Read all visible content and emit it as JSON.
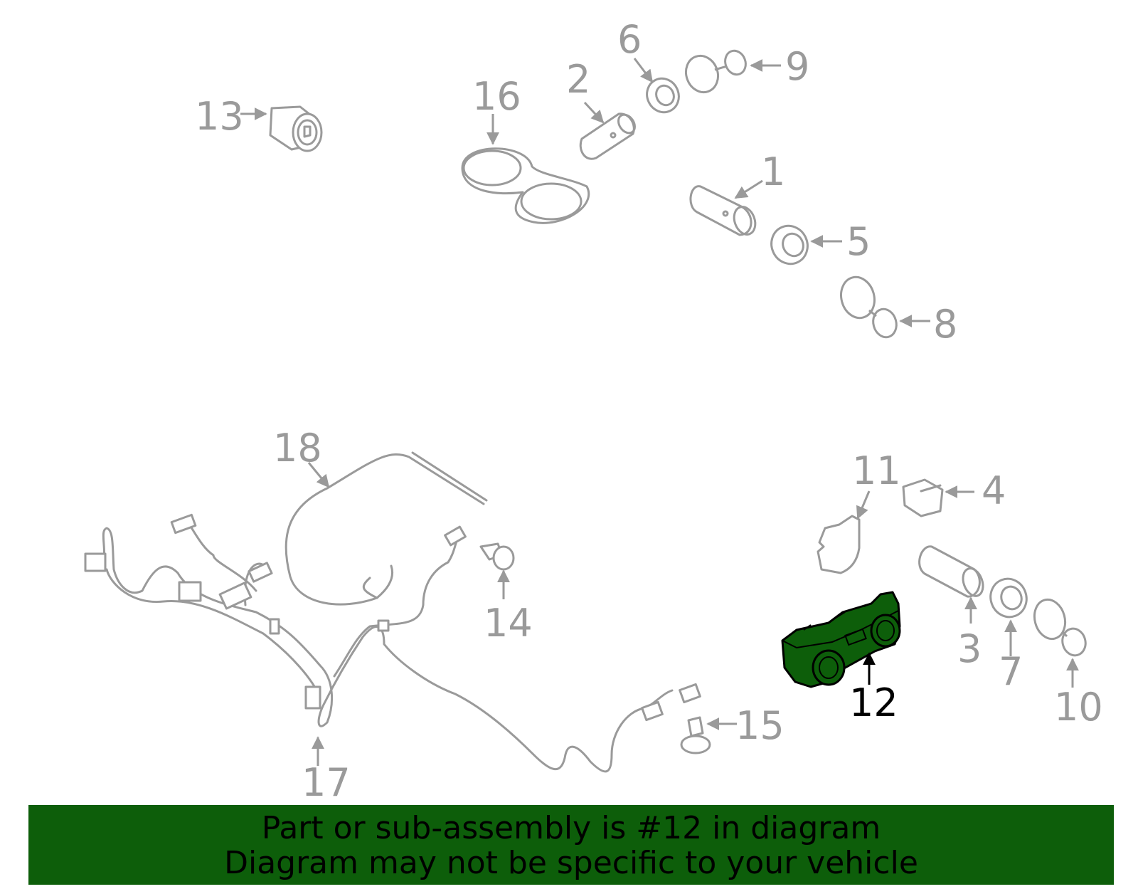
{
  "callouts": [
    {
      "id": "13",
      "label": "13"
    },
    {
      "id": "16",
      "label": "16"
    },
    {
      "id": "2",
      "label": "2"
    },
    {
      "id": "6",
      "label": "6"
    },
    {
      "id": "9",
      "label": "9"
    },
    {
      "id": "1",
      "label": "1"
    },
    {
      "id": "5",
      "label": "5"
    },
    {
      "id": "8",
      "label": "8"
    },
    {
      "id": "18",
      "label": "18"
    },
    {
      "id": "11",
      "label": "11"
    },
    {
      "id": "4",
      "label": "4"
    },
    {
      "id": "14",
      "label": "14"
    },
    {
      "id": "3",
      "label": "3"
    },
    {
      "id": "7",
      "label": "7"
    },
    {
      "id": "10",
      "label": "10"
    },
    {
      "id": "12",
      "label": "12"
    },
    {
      "id": "15",
      "label": "15"
    },
    {
      "id": "17",
      "label": "17"
    }
  ],
  "selected_part": "12",
  "colors": {
    "highlight": "#0d5e0a",
    "parts": "#9a9a9a",
    "selected_label": "#000000"
  },
  "banner": {
    "line1": "Part or sub-assembly is #12 in diagram",
    "line2": "Diagram may not be specific to your vehicle"
  }
}
